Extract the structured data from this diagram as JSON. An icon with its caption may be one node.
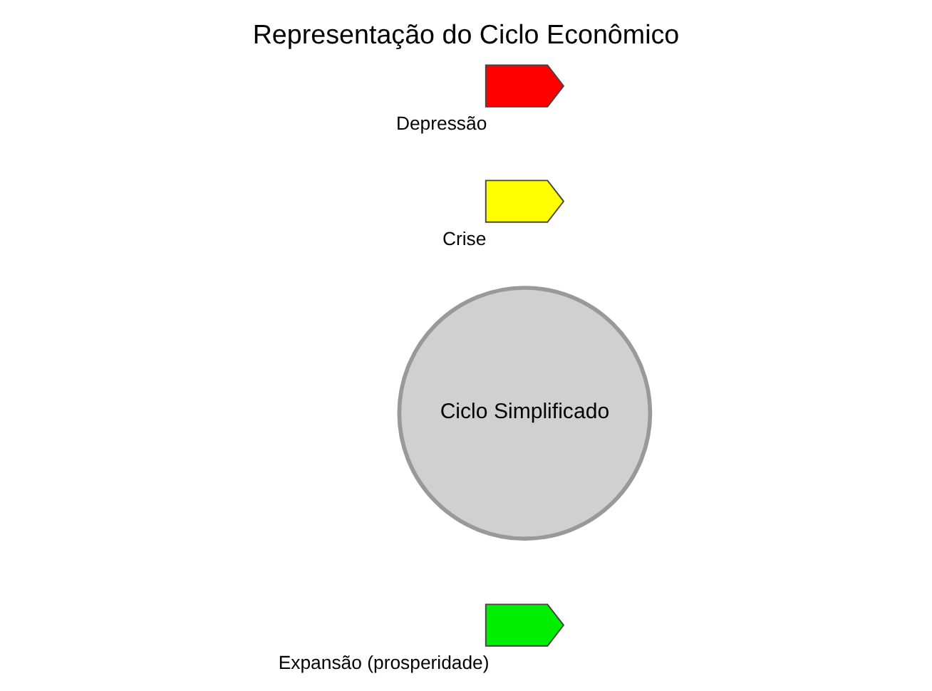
{
  "diagram": {
    "title": "Representação do Ciclo Econômico",
    "nodes": [
      {
        "text": [],
        "shape": "chevron",
        "beside": [
          "Expansão (prosperidade)"
        ]
      },
      {
        "text": [
          "Ciclo Simplificado"
        ]
      },
      {
        "text": [],
        "shape": "chevron",
        "beside": [
          "Crise"
        ]
      },
      {
        "text": [],
        "shape": "chevron",
        "beside": [
          "Depressão"
        ]
      }
    ]
  }
}
